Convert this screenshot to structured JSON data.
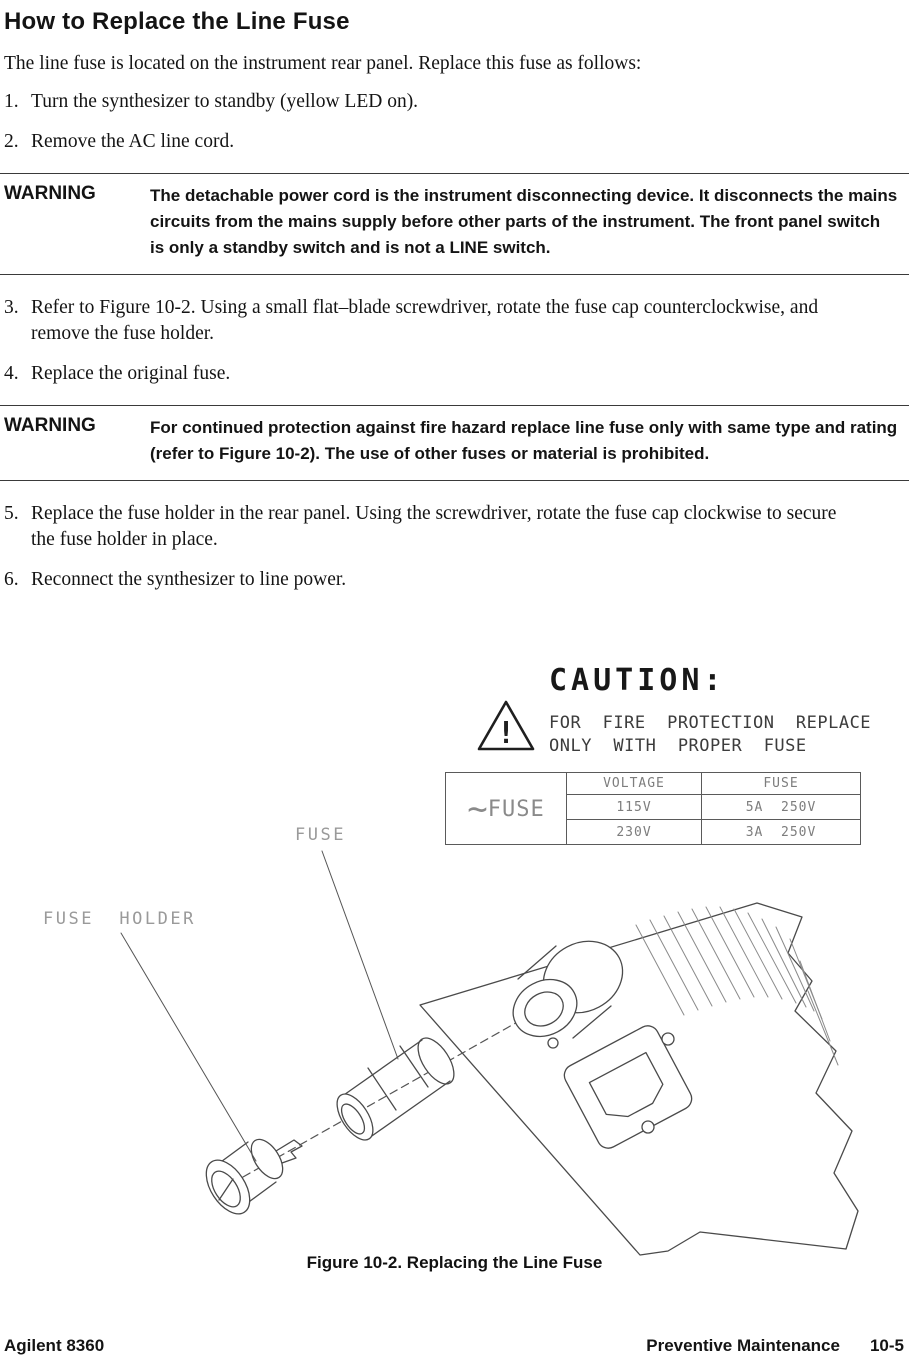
{
  "page": {
    "title": "How to Replace the Line Fuse",
    "intro": "The line fuse is located on the instrument rear panel.  Replace this fuse as follows:",
    "steps": [
      {
        "num": "1.",
        "text": "Turn the synthesizer to standby (yellow LED on)."
      },
      {
        "num": "2.",
        "text": "Remove the AC line cord."
      },
      {
        "num": "3.",
        "text": "Refer to Figure 10-2.  Using a small flat–blade screwdriver, rotate the fuse cap counterclockwise, and remove the fuse holder."
      },
      {
        "num": "4.",
        "text": "Replace the original fuse."
      },
      {
        "num": "5.",
        "text": "Replace the fuse holder in the rear panel.  Using the screwdriver, rotate the fuse cap clockwise to secure the fuse holder in place."
      },
      {
        "num": "6.",
        "text": "Reconnect the synthesizer to line power."
      }
    ],
    "warnings": [
      {
        "label": "WARNING",
        "text": "The detachable power cord is the instrument disconnecting device. It disconnects the mains circuits from the mains supply before other parts of the instrument. The front panel switch is only a standby switch and is not a LINE switch."
      },
      {
        "label": "WARNING",
        "text": "For continued protection against fire hazard replace line fuse only with same type and rating (refer to Figure 10-2). The use of other fuses or material is prohibited."
      }
    ],
    "figure": {
      "caution": {
        "title": "CAUTION:",
        "line1": "FOR  FIRE  PROTECTION  REPLACE",
        "line2": "ONLY  WITH  PROPER  FUSE",
        "triangle_mark": "!"
      },
      "fuse_table": {
        "symbol": "~",
        "label": "FUSE",
        "headers": [
          "VOLTAGE",
          "FUSE"
        ],
        "rows": [
          [
            "115V",
            "5A  250V"
          ],
          [
            "230V",
            "3A  250V"
          ]
        ]
      },
      "callouts": {
        "fuse": "FUSE",
        "fuse_holder": "FUSE  HOLDER"
      },
      "caption": "Figure 10-2. Replacing the Line Fuse"
    },
    "footer": {
      "left": "Agilent 8360",
      "right_section": "Preventive Maintenance",
      "right_page": "10-5"
    },
    "colors": {
      "ink": "#141414",
      "drawing_gray": "#4a4a4a",
      "label_gray": "#9a9a9a"
    }
  }
}
